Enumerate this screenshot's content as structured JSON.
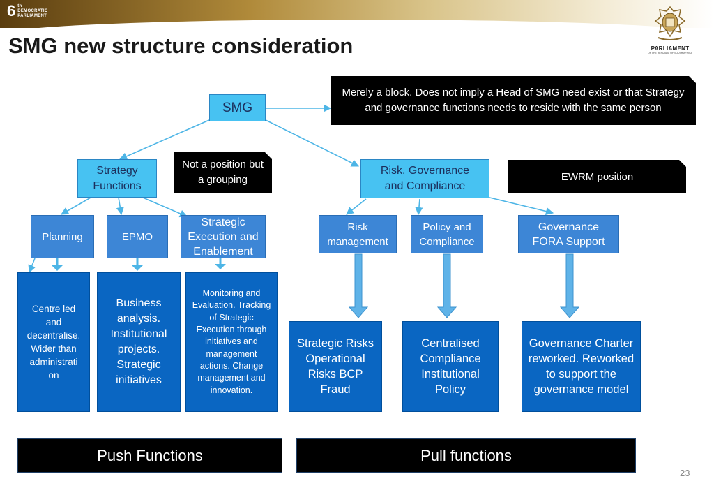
{
  "header": {
    "logo_number": "6",
    "logo_superscript": "th",
    "logo_line1": "DEMOCRATIC",
    "logo_line2": "PARLIAMENT",
    "title": "SMG new structure consideration",
    "crest_label": "PARLIAMENT",
    "crest_sublabel": "OF THE REPUBLIC OF SOUTH AFRICA"
  },
  "diagram": {
    "root": "SMG",
    "root_note": "Merely a block. Does not imply a Head of SMG need exist or that Strategy and governance functions needs to reside with the same person",
    "strategy": "Strategy Functions",
    "strategy_note": "Not a position but a grouping",
    "risk_gov": "Risk, Governance and Compliance",
    "risk_gov_note": "EWRM position",
    "planning": "Planning",
    "epmo": "EPMO",
    "strat_exec": "Strategic Execution and Enablement",
    "risk_mgmt": "Risk management",
    "policy": "Policy and Compliance",
    "gov_fora": "Governance FORA Support",
    "d_planning": "Centre led and decentralise. Wider than administrati on",
    "d_epmo": "Business analysis. Institutional projects. Strategic initiatives",
    "d_strat_exec": "Monitoring and Evaluation. Tracking of Strategic Execution through initiatives and management actions. Change management and innovation.",
    "d_risk": "Strategic Risks Operational Risks BCP Fraud",
    "d_policy": "Centralised Compliance Institutional Policy",
    "d_gov": "Governance Charter reworked. Reworked to support the governance model"
  },
  "footer": {
    "push": "Push Functions",
    "pull": "Pull functions",
    "page_number": "23"
  }
}
